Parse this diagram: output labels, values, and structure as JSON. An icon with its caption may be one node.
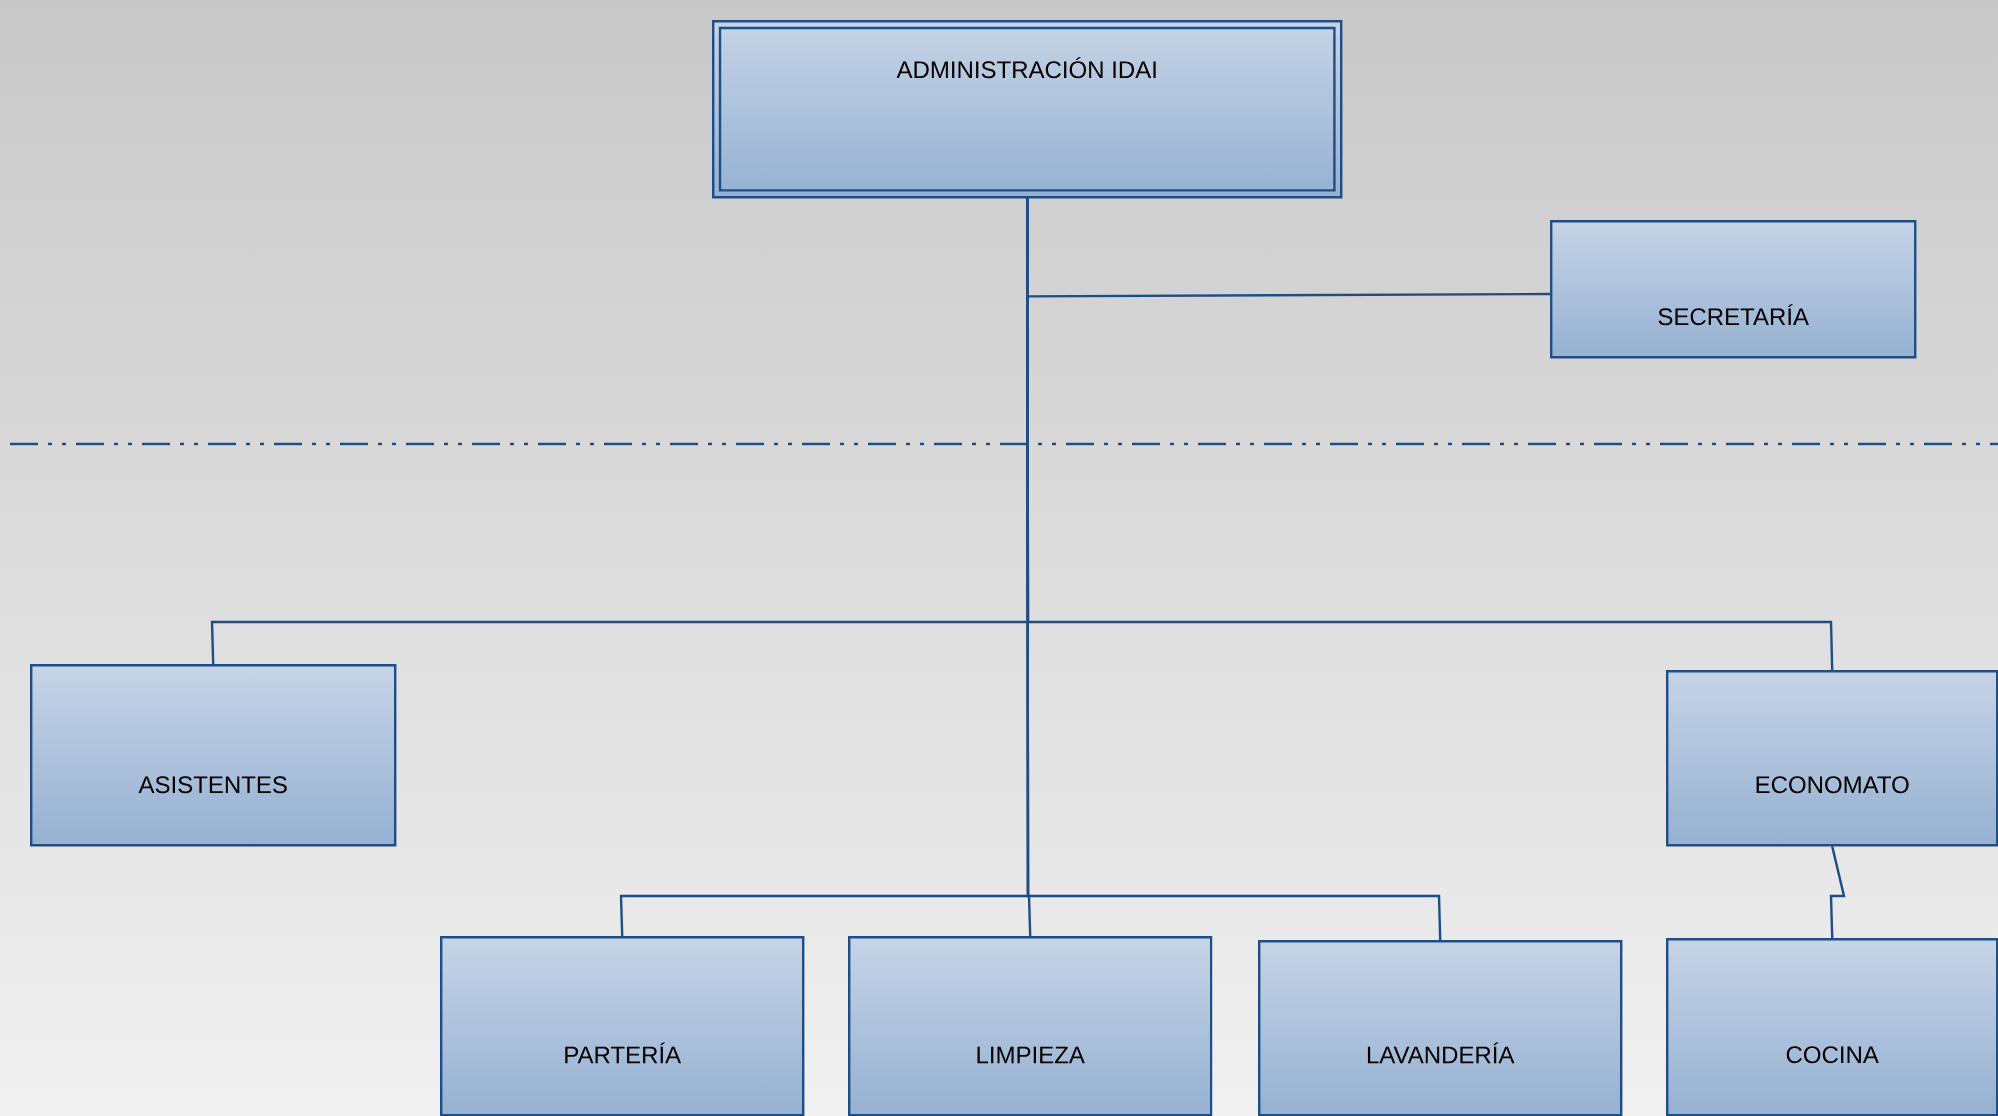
{
  "diagram": {
    "nodes": [
      {
        "text": [
          "ADMINISTRACIÓN IDAI"
        ]
      },
      {
        "text": [
          "SECRETARÍA"
        ]
      },
      {
        "text": [
          "ASISTENTES"
        ]
      },
      {
        "text": [
          "ECONOMATO"
        ]
      },
      {
        "text": [
          "PARTERÍA"
        ]
      },
      {
        "text": [
          "LIMPIEZA"
        ]
      },
      {
        "text": [
          "LAVANDERÍA"
        ]
      },
      {
        "text": [
          "COCINA"
        ]
      }
    ],
    "edges": [
      {
        "from": 0,
        "to": 1,
        "arrow": "none"
      },
      {
        "from": 0,
        "to": 2,
        "arrow": "none"
      },
      {
        "from": 0,
        "to": 3,
        "arrow": "none"
      },
      {
        "from": 0,
        "to": 4,
        "arrow": "none"
      },
      {
        "from": 0,
        "to": 5,
        "arrow": "none"
      },
      {
        "from": 0,
        "to": 6,
        "arrow": "none"
      },
      {
        "from": 3,
        "to": 7,
        "arrow": "none"
      }
    ]
  }
}
